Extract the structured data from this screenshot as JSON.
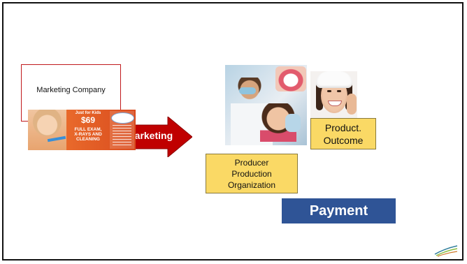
{
  "diagram": {
    "marketing_company": {
      "label": "Marketing Company"
    },
    "arrow": {
      "label": "Marketing",
      "color": "#c00000"
    },
    "advertisement": {
      "headline": "Just for Kids",
      "price": "$69",
      "offer_lines": [
        "FULL EXAM,",
        "X-RAYS AND",
        "CLEANING"
      ]
    },
    "product_outcome": {
      "lines": [
        "Product.",
        "Outcome"
      ]
    },
    "producer": {
      "lines": [
        "Producer",
        "Production",
        "Organization"
      ]
    },
    "payment": {
      "label": "Payment",
      "color": "#2f5496"
    }
  },
  "colors": {
    "yellow_box": "#fad965",
    "red_border": "#c0191c"
  },
  "icons": {
    "corner_logo": "swoosh-logo-icon"
  }
}
